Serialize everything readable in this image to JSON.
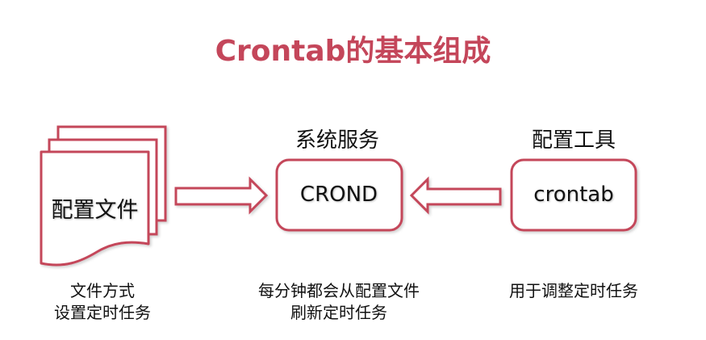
{
  "title": "Crontab的基本组成",
  "colors": {
    "accent": "#C4465A",
    "text": "#111111",
    "background": "#FFFFFF"
  },
  "config_file": {
    "icon": "stacked-documents-icon",
    "label": "配置文件",
    "caption": [
      "文件方式",
      "设置定时任务"
    ]
  },
  "arrow_file_to_service": {
    "icon": "arrow-right-icon",
    "direction": "right"
  },
  "system_service": {
    "heading": "系统服务",
    "box_label": "CROND",
    "caption": [
      "每分钟都会从配置文件",
      "刷新定时任务"
    ]
  },
  "arrow_tool_to_service": {
    "icon": "arrow-left-icon",
    "direction": "left"
  },
  "config_tool": {
    "heading": "配置工具",
    "box_label": "crontab",
    "caption": [
      "用于调整定时任务"
    ]
  }
}
